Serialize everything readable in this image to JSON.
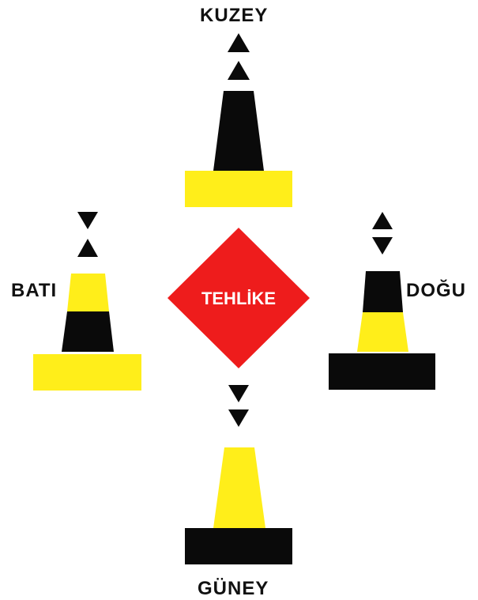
{
  "labels": {
    "north": "KUZEY",
    "south": "GÜNEY",
    "west": "BATI",
    "east": "DOĞU",
    "center": "TEHLİKE"
  },
  "colors": {
    "buoy_black": "#0a0a0a",
    "buoy_yellow": "#ffee1a",
    "danger_red": "#ee1c1c",
    "danger_text": "#ffffff"
  },
  "topmarks": {
    "north": "two-cones-pointing-up",
    "south": "two-cones-pointing-down",
    "east": "cones-base-to-base",
    "west": "cones-point-to-point"
  },
  "buoy_colouring": {
    "north": "black-over-yellow",
    "south": "yellow-over-black",
    "east": "black-yellow-black",
    "west": "yellow-black-yellow"
  }
}
